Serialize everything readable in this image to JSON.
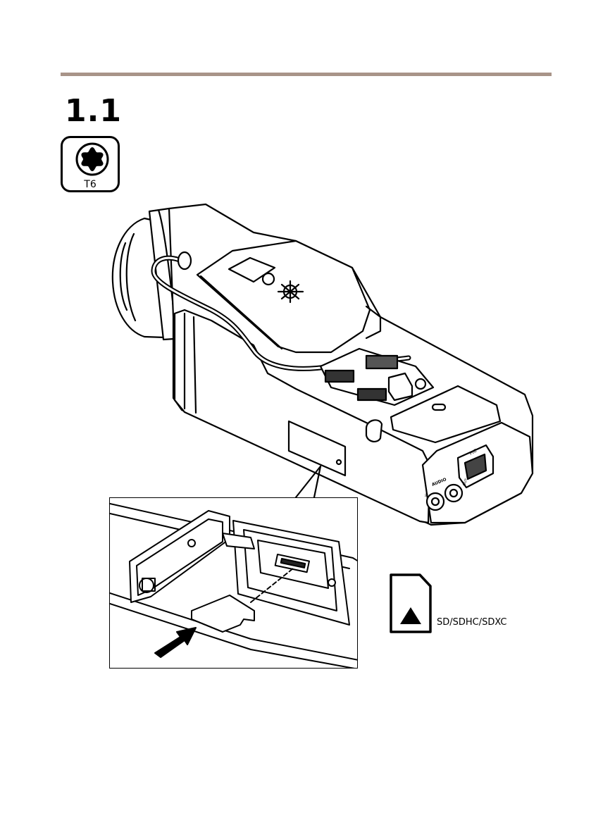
{
  "page": {
    "step_number": "1.1"
  },
  "tool": {
    "icon": "torx-screwdriver-icon",
    "size_label": "T6"
  },
  "memory_card": {
    "icon": "sd-card-icon",
    "supported_formats": "SD/SDHC/SDXC"
  },
  "camera_labels": {
    "audio": "AUDIO",
    "in": "IN",
    "out": "OUT",
    "network": "PoE"
  }
}
